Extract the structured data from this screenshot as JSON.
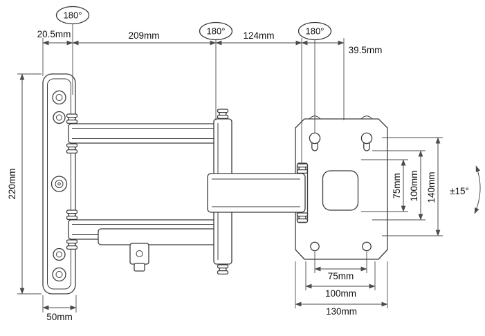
{
  "diagram": {
    "type": "technical-drawing",
    "subject": "articulating wall mount bracket dimensional diagram",
    "background": "#ffffff",
    "line_color": "#3b3b3b",
    "text_color": "#111111",
    "rotation_callouts": [
      {
        "label": "180°"
      },
      {
        "label": "180°"
      },
      {
        "label": "180°"
      }
    ],
    "tilt_label": "±15°",
    "top_dimensions": {
      "wall_offset": "20.5mm",
      "first_arm": "209mm",
      "second_arm": "124mm",
      "head_offset": "39.5mm"
    },
    "left_dimension": "220mm",
    "bottom_left_dimension": "50mm",
    "right_dimensions": {
      "inner": "75mm",
      "middle": "100mm",
      "outer": "140mm"
    },
    "bottom_right_dimensions": {
      "inner": "75mm",
      "middle": "100mm",
      "outer": "130mm"
    }
  }
}
